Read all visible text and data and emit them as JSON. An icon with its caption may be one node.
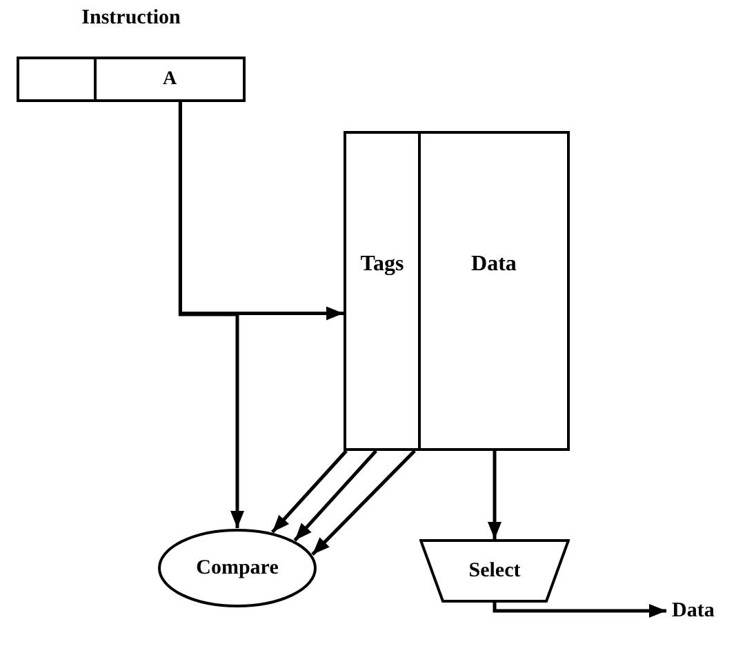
{
  "diagram": {
    "nodes": [
      {
        "text": [
          "Instruction"
        ]
      },
      {
        "text": [],
        "shape": "box",
        "in": 0
      },
      {
        "text": [
          "A"
        ],
        "in": 0
      },
      {
        "text": [
          "Tags"
        ]
      },
      {
        "text": [
          "Data"
        ]
      },
      {
        "text": [
          "Compare"
        ]
      },
      {
        "text": [
          "Select"
        ]
      },
      {
        "text": [
          "Data"
        ]
      }
    ],
    "edges": [
      {
        "from": 2,
        "to": 3,
        "arrow": "to"
      },
      {
        "from": 2,
        "to": 5,
        "arrow": "to"
      },
      {
        "from": 3,
        "to": 5,
        "arrow": "to"
      },
      {
        "from": 3,
        "to": 5,
        "arrow": "to"
      },
      {
        "from": 3,
        "to": 5,
        "arrow": "to"
      },
      {
        "from": 4,
        "to": 6,
        "arrow": "to"
      },
      {
        "from": 6,
        "to": 7,
        "arrow": "to"
      }
    ]
  }
}
